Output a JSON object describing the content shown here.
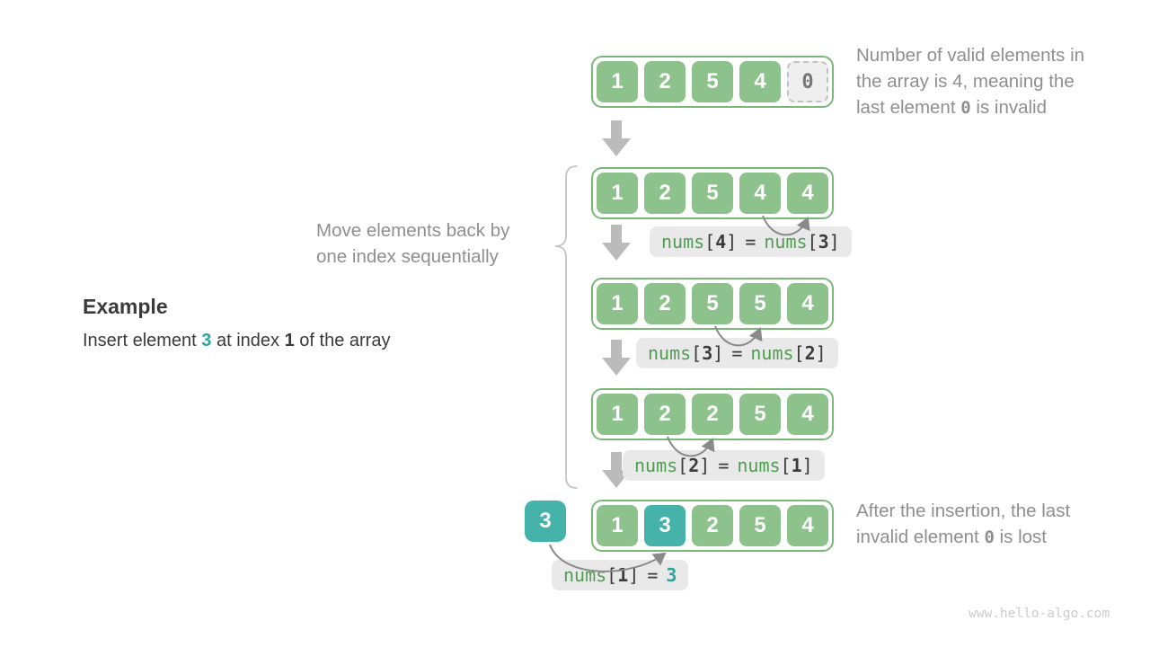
{
  "colors": {
    "cell_green": "#8DC28D",
    "container_border": "#79B879",
    "cell_teal": "#45B3AA",
    "invalid_bg": "#EFEFEF",
    "invalid_border": "#C2C2C2",
    "invalid_text": "#777777",
    "code_green": "#4F9D51",
    "code_teal": "#2BA59B",
    "code_dark": "#3B3B3B",
    "label_bg": "#E9E9E9",
    "gray_text": "#8F8F8F",
    "dark_text": "#3A3A3A",
    "big_arrow": "#BBBBBB",
    "curve_arrow": "#8A8A8A",
    "brace": "#C4C4C4",
    "watermark": "#CCCCCC"
  },
  "example": {
    "heading": "Example",
    "insert_pre": "Insert element ",
    "insert_value": "3",
    "insert_mid": " at index ",
    "insert_index": "1",
    "insert_post": " of the array"
  },
  "annotations": {
    "move_line1": "Move elements back by",
    "move_line2": "one index sequentially",
    "valid_line1": "Number of valid elements in",
    "valid_line2": "the array is 4, meaning the",
    "valid_line3_pre": "last element ",
    "valid_line3_code": "0",
    "valid_line3_post": " is invalid",
    "after_line1": "After the insertion, the last",
    "after_line2_pre": "invalid element ",
    "after_line2_code": "0",
    "after_line2_post": " is lost"
  },
  "watermark": "www.hello-algo.com",
  "arrays": {
    "step0": [
      "1",
      "2",
      "5",
      "4",
      "0"
    ],
    "step1": [
      "1",
      "2",
      "5",
      "4",
      "4"
    ],
    "step2": [
      "1",
      "2",
      "5",
      "5",
      "4"
    ],
    "step3": [
      "1",
      "2",
      "2",
      "5",
      "4"
    ],
    "step4": [
      "1",
      "3",
      "2",
      "5",
      "4"
    ],
    "inserted_value": "3"
  },
  "labels": {
    "step1": [
      "nums",
      "[",
      "4",
      "]",
      "=",
      "nums",
      "[",
      "3",
      "]"
    ],
    "step2": [
      "nums",
      "[",
      "3",
      "]",
      "=",
      "nums",
      "[",
      "2",
      "]"
    ],
    "step3": [
      "nums",
      "[",
      "2",
      "]",
      "=",
      "nums",
      "[",
      "1",
      "]"
    ],
    "step4": [
      "nums",
      "[",
      "1",
      "]",
      "=",
      "3"
    ]
  }
}
